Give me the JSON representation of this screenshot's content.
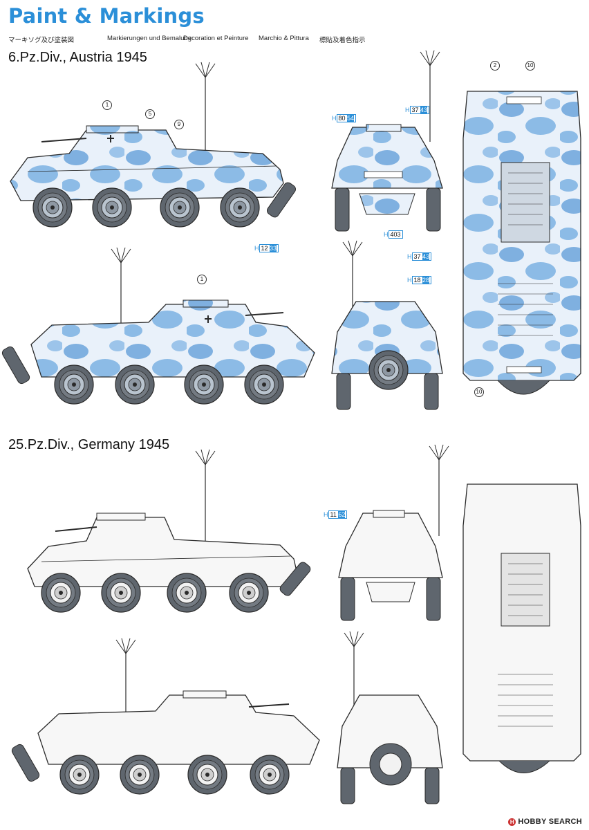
{
  "header": {
    "title": "Paint & Markings",
    "languages": [
      "マーキソグ及び塗装図",
      "Markierungen und Bemalung",
      "Decoration et Peinture",
      "Marchio & Pittura",
      "標貼及着色指示"
    ]
  },
  "sections": [
    {
      "title": "6.Pz.Div., Austria 1945",
      "scheme": "camouflage",
      "callouts": [
        {
          "prefix": "H",
          "num": "80",
          "hl": "54"
        },
        {
          "prefix": "H",
          "num": "37",
          "hl": "43"
        },
        {
          "prefix": "H",
          "num": "12",
          "hl": "33"
        },
        {
          "prefix": "H",
          "num": "403",
          "hl": ""
        },
        {
          "prefix": "H",
          "num": "37",
          "hl": "43"
        },
        {
          "prefix": "H",
          "num": "18",
          "hl": "28"
        }
      ],
      "markers": [
        "1",
        "5",
        "9",
        "2",
        "10",
        "1",
        "10"
      ]
    },
    {
      "title": "25.Pz.Div., Germany 1945",
      "scheme": "white",
      "callouts": [
        {
          "prefix": "H",
          "num": "11",
          "hl": "62"
        }
      ]
    }
  ],
  "colors": {
    "title_blue": "#2b8fd8",
    "camo_base": "#e9f1fa",
    "camo_blotch": "#7fb0e0",
    "tire": "#5f666e",
    "line": "#2a2a2a"
  },
  "watermark": "HOBBY SEARCH"
}
